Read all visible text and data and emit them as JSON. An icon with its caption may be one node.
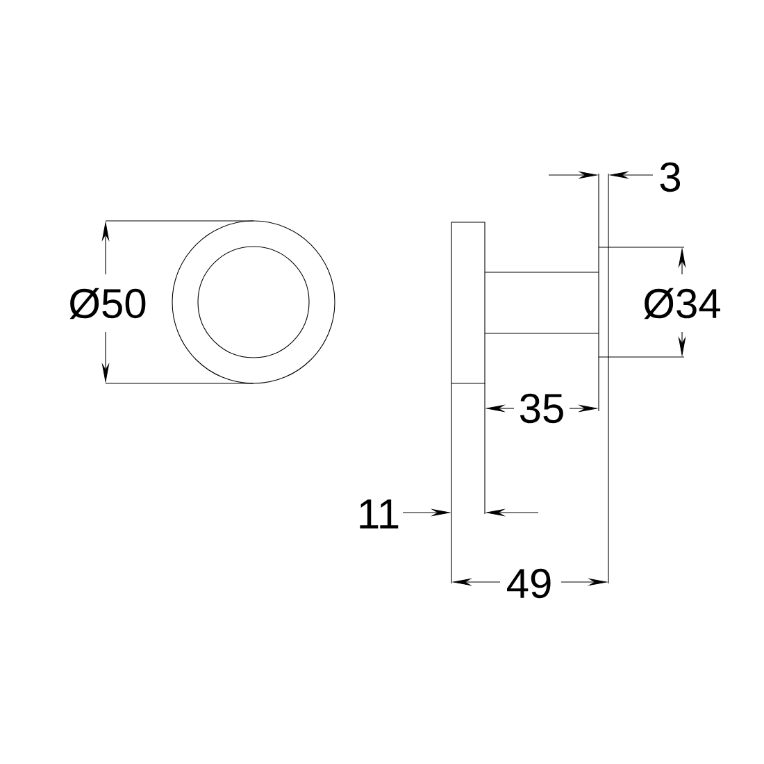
{
  "diagram": {
    "labels": [
      "Ø50",
      "3",
      "Ø34",
      "35",
      "11",
      "49"
    ]
  }
}
